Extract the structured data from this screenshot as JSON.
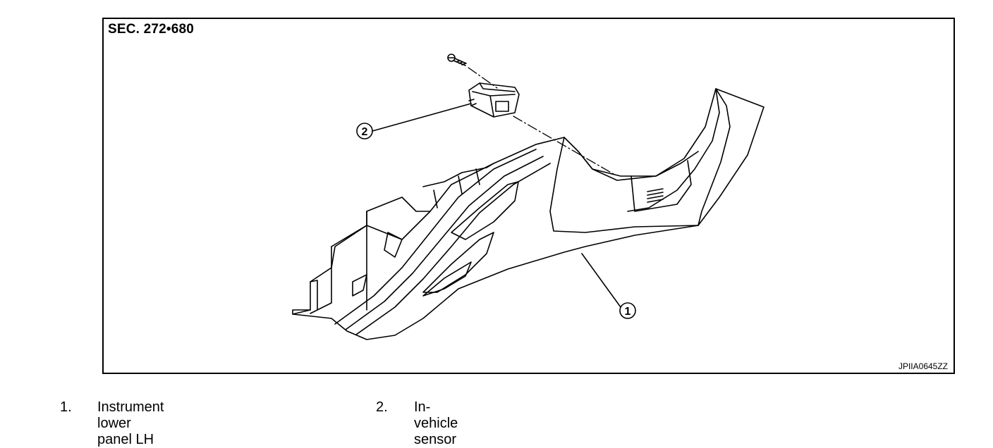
{
  "section_label": "SEC. 272•680",
  "figure_code": "JPIIA0645ZZ",
  "callouts": [
    {
      "id": "1",
      "mark": "1"
    },
    {
      "id": "2",
      "mark": "2"
    }
  ],
  "legend": [
    {
      "number": "1.",
      "text": "Instrument lower panel LH"
    },
    {
      "number": "2.",
      "text": "In-vehicle sensor"
    }
  ]
}
